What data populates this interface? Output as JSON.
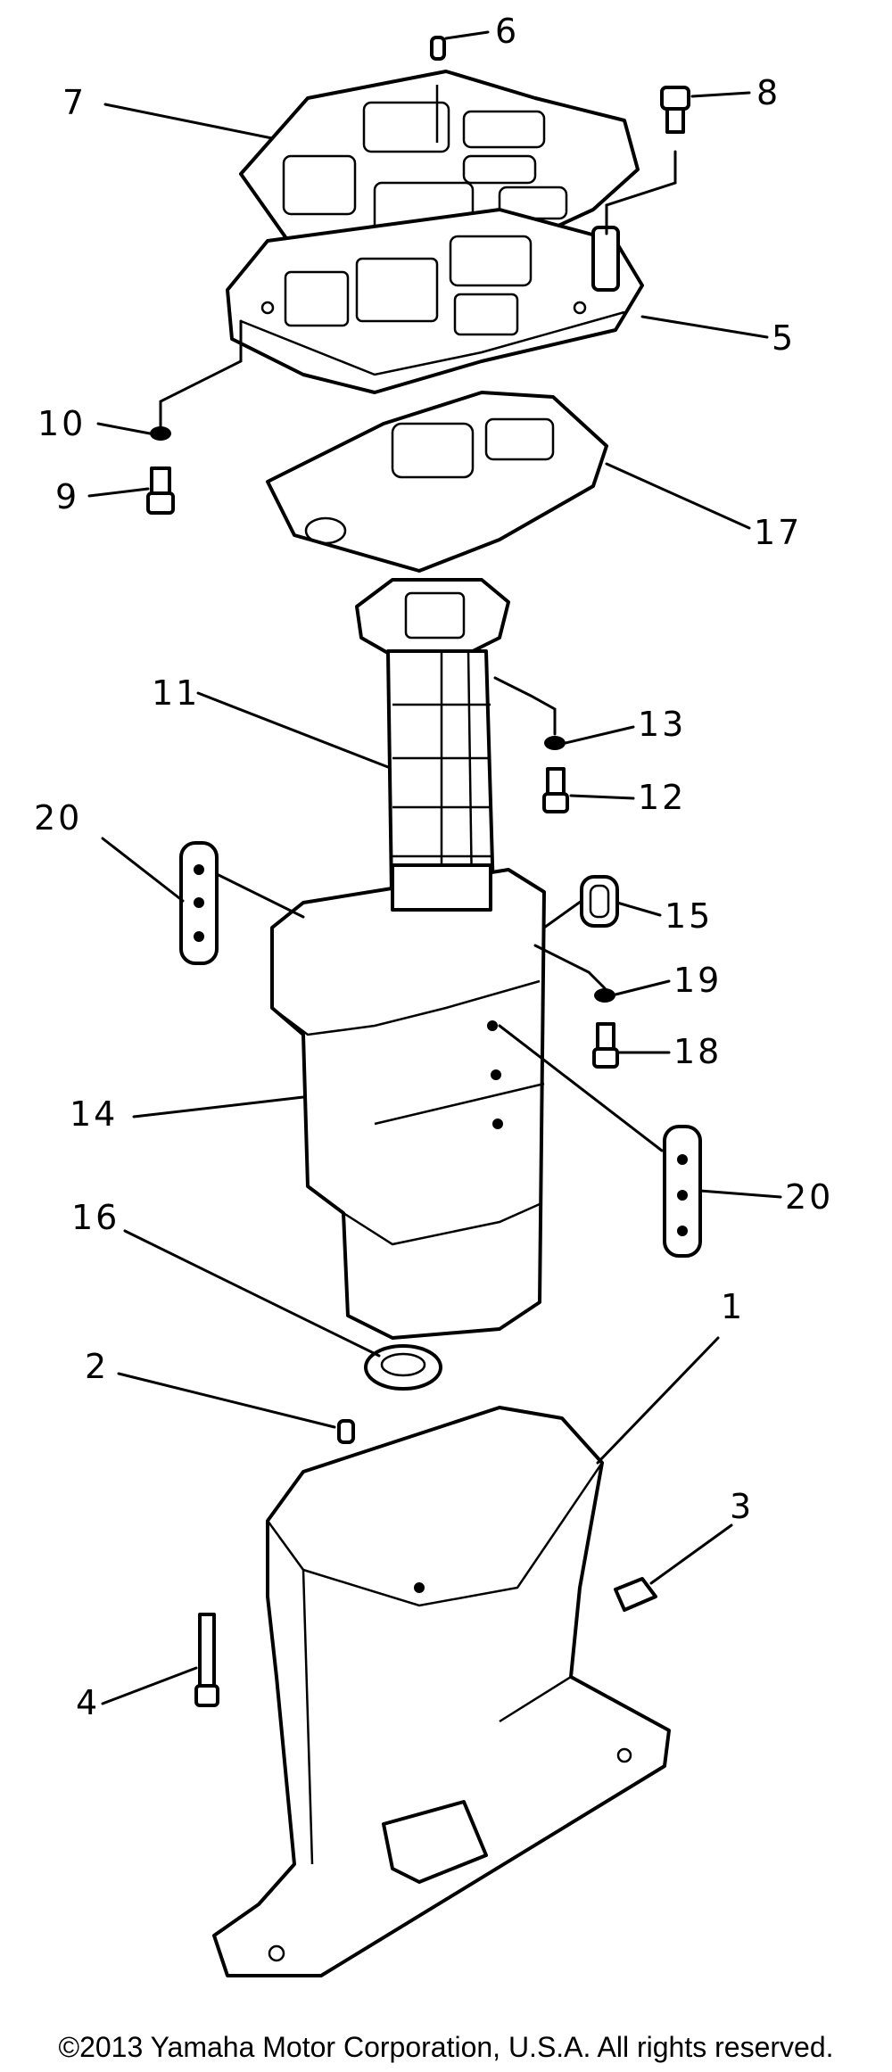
{
  "title": "",
  "callouts": [
    "1",
    "2",
    "3",
    "4",
    "5",
    "6",
    "7",
    "8",
    "9",
    "10",
    "11",
    "12",
    "13",
    "14",
    "15",
    "16",
    "17",
    "18",
    "19",
    "20",
    "20"
  ],
  "copyright": "©2013 Yamaha Motor Corporation, U.S.A. All rights reserved."
}
